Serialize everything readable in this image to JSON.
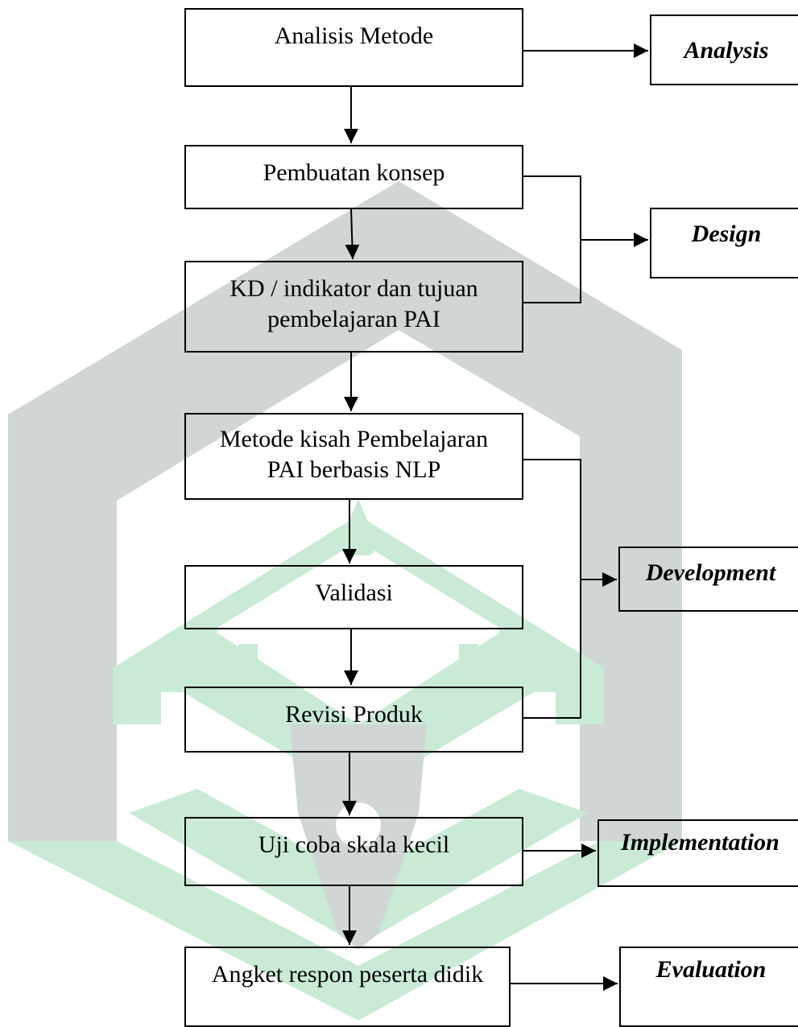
{
  "steps": {
    "analisis": "Analisis Metode",
    "konsep": "Pembuatan konsep",
    "kd_line1": "KD / indikator dan tujuan",
    "kd_line2": "pembelajaran PAI",
    "metode_line1": "Metode kisah Pembelajaran",
    "metode_line2": "PAI berbasis NLP",
    "validasi": "Validasi",
    "revisi": "Revisi Produk",
    "uji": "Uji coba skala kecil",
    "angket": "Angket respon peserta didik"
  },
  "stages": {
    "analysis": "Analysis",
    "design": "Design",
    "development": "Development",
    "implementation": "Implementation",
    "evaluation": "Evaluation"
  },
  "colors": {
    "watermark_gray": "#cfd6d3",
    "watermark_green": "#c9ebd6",
    "line": "#000000"
  }
}
